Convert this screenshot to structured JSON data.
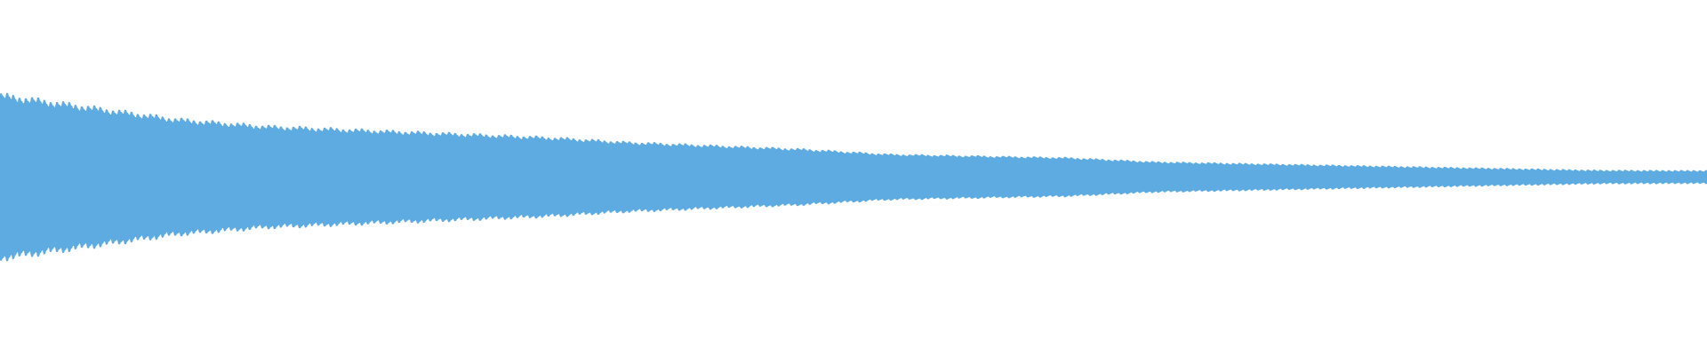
{
  "chart_data": {
    "type": "area",
    "description_kind": "audio waveform",
    "color": "#5dabe0",
    "background": "#ffffff",
    "ylim": [
      -1,
      1
    ],
    "grid": false,
    "legend": "none",
    "envelope": {
      "position_fraction": [
        0,
        0.052,
        0.104,
        0.156,
        0.208,
        0.26,
        0.3125,
        0.333,
        0.365,
        0.417,
        0.469,
        0.521,
        0.573,
        0.625,
        0.677,
        0.729,
        0.781,
        0.833,
        0.885,
        0.9375,
        1.0
      ],
      "amplitude": [
        0.47,
        0.4,
        0.33,
        0.29,
        0.27,
        0.25,
        0.23,
        0.22,
        0.2,
        0.18,
        0.16,
        0.13,
        0.12,
        0.11,
        0.085,
        0.075,
        0.065,
        0.055,
        0.045,
        0.035,
        0.033
      ]
    }
  }
}
